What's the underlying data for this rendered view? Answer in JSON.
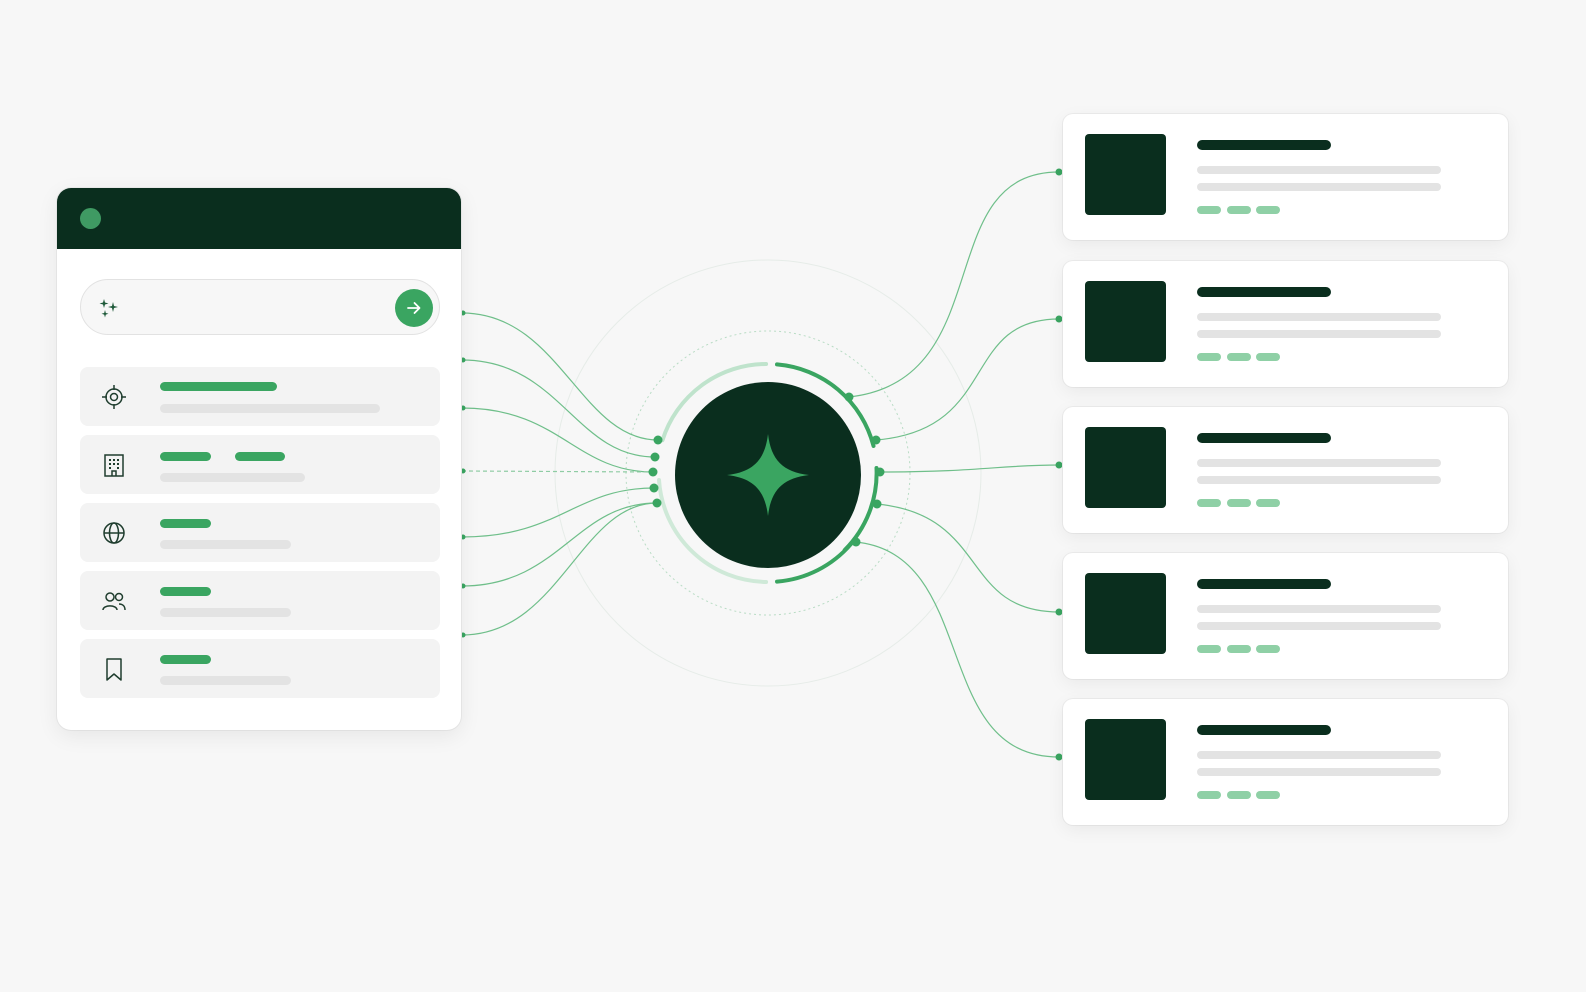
{
  "colors": {
    "dark": "#0a2e1e",
    "accent": "#3aa561",
    "accent_light": "#8fd0a6",
    "wire": "#6fbf8a",
    "background": "#f7f7f7"
  },
  "app_panel": {
    "status_dot_color": "#3f9a63",
    "search": {
      "leading_icon": "sparkle-icon",
      "submit_icon": "arrow-right-icon",
      "value": "",
      "placeholder": ""
    },
    "items": [
      {
        "icon": "target-icon",
        "title_bars": 1
      },
      {
        "icon": "building-icon",
        "title_bars": 2
      },
      {
        "icon": "globe-icon",
        "title_bars": 1
      },
      {
        "icon": "users-icon",
        "title_bars": 1
      },
      {
        "icon": "bookmark-icon",
        "title_bars": 1
      }
    ]
  },
  "hub": {
    "icon": "four-point-star-icon"
  },
  "result_cards": {
    "count": 5,
    "tags_per_card": 3
  }
}
